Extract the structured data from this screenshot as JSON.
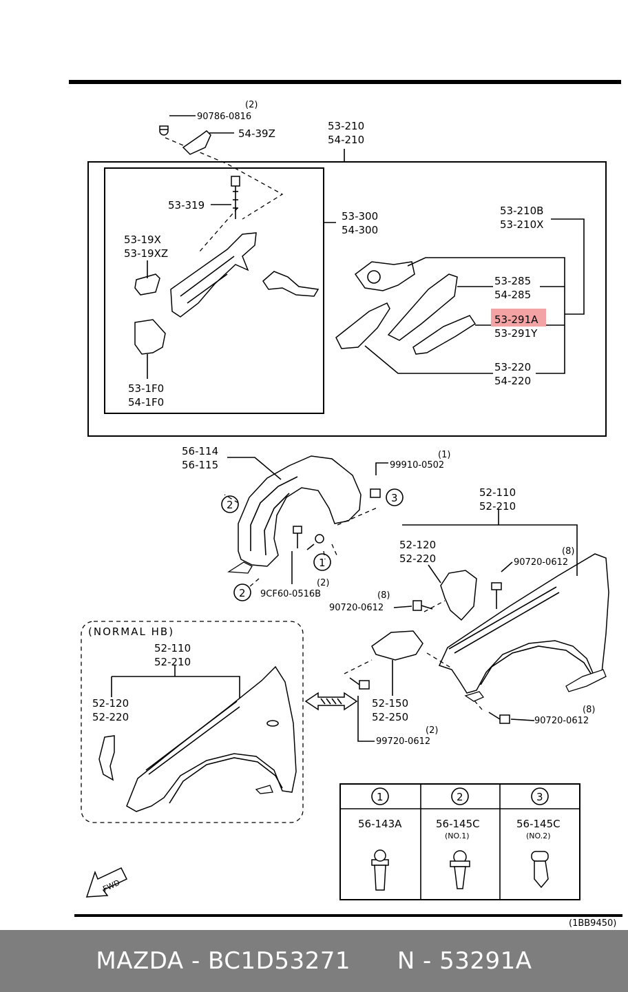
{
  "labels": {
    "p90786": "90786-0816",
    "q2a": "(2)",
    "p5439z": "54-39Z",
    "p53210": "53-210",
    "p54210": "54-210",
    "p53319": "53-319",
    "p53300": "53-300",
    "p54300": "54-300",
    "p5319x": "53-19X",
    "p5319xz": "53-19XZ",
    "p531f0": "53-1F0",
    "p541f0": "54-1F0",
    "p53210b": "53-210B",
    "p53210x": "53-210X",
    "p53285": "53-285",
    "p54285": "54-285",
    "p53291a": "53-291A",
    "p53291y": "53-291Y",
    "p53220": "53-220",
    "p54220": "54-220",
    "p56114": "56-114",
    "p56115": "56-115",
    "q1a": "(1)",
    "p99910": "99910-0502",
    "p52110a": "52-110",
    "p52210a": "52-210",
    "p52120a": "52-120",
    "p52220a": "52-220",
    "q8a": "(8)",
    "p90720a": "90720-0612",
    "q8b": "(8)",
    "p90720b": "90720-0612",
    "q2b": "(2)",
    "p9cf60": "9CF60-0516B",
    "normal": "(NORMAL HB)",
    "p52110b": "52-110",
    "p52210b": "52-210",
    "p52120b": "52-120",
    "p52220b": "52-220",
    "p52150": "52-150",
    "p52250": "52-250",
    "q2c": "(2)",
    "p99720": "99720-0612",
    "q8c": "(8)",
    "p90720c": "90720-0612",
    "fwd": "FWD",
    "ref": "(1BB9450)"
  },
  "callouts": {
    "c1": "1",
    "c2": "2",
    "c3": "3"
  },
  "fastener_table": [
    {
      "num": "1",
      "part": "56-143A",
      "note": ""
    },
    {
      "num": "2",
      "part": "56-145C",
      "note": "(NO.1)"
    },
    {
      "num": "3",
      "part": "56-145C",
      "note": "(NO.2)"
    }
  ],
  "highlight_color": "#f3a3a3",
  "footer": {
    "brand": "MAZDA",
    "oem_number": "BC1D53271",
    "part_code": "N - 53291A",
    "text": "MAZDA - BC1D53271      N - 53291A"
  }
}
